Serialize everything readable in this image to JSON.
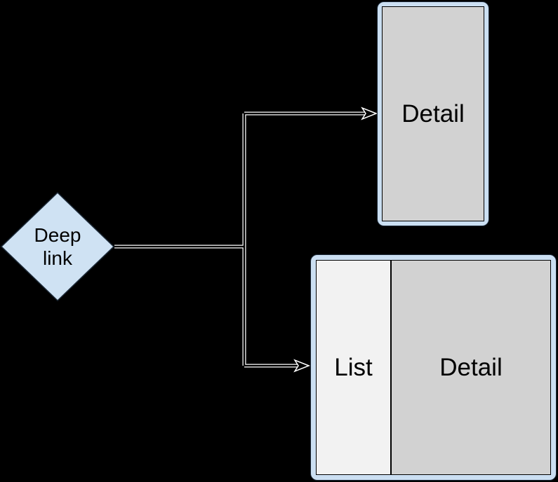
{
  "colors": {
    "background": "#000000",
    "node_fill": "#cfe2f3",
    "node_border": "#1d2a38",
    "device_frame": "#cbdff2",
    "frame_border": "#1b2836",
    "screen_gray": "#d2d2d2",
    "list_pane": "#f2f2f2",
    "screen_border": "#000000",
    "connector": "#ffffff",
    "connector_core": "#000000",
    "text": "#000000"
  },
  "nodes": {
    "deep_link": {
      "lines": [
        "Deep",
        "link"
      ]
    },
    "phone": {
      "label": "Detail"
    },
    "tablet": {
      "list_label": "List",
      "detail_label": "Detail"
    }
  }
}
